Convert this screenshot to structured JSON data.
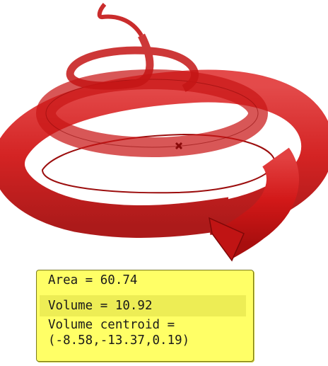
{
  "colors": {
    "solid_fill": "#d41a1a",
    "solid_dark": "#8e0a0a",
    "solid_light": "#e85050",
    "marker": "#8a0a0a",
    "panel_bg": "#ffff66",
    "panel_highlight": "#eded55"
  },
  "measurements": {
    "area_text": "Area = 60.74",
    "volume_text": "Volume = 10.92",
    "centroid_label": "Volume centroid =",
    "centroid_value": "(-8.58,-13.37,0.19)"
  },
  "icons": {
    "centroid_marker": "x-marker-icon"
  }
}
